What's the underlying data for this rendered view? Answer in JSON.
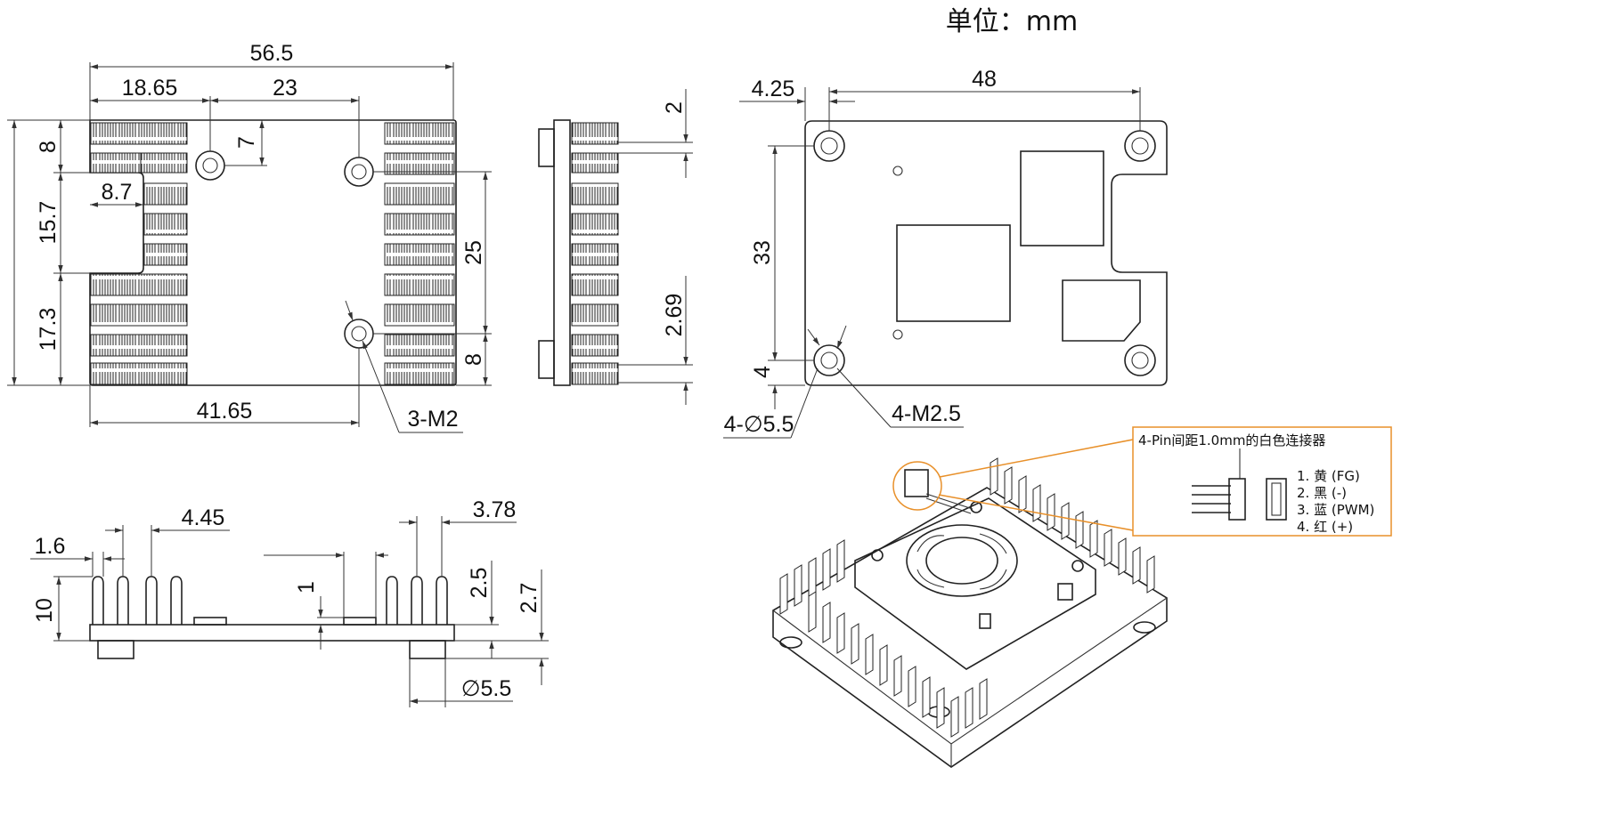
{
  "unit_label": "单位：mm",
  "top_view": {
    "dims": {
      "overall_width": "56.5",
      "hole_offset_x": "18.65",
      "hole_spacing_x": "23",
      "hole_offset_y": "7",
      "notch_depth": "8.7",
      "left_top": "8",
      "notch_height": "15.7",
      "left_bottom": "17.3",
      "right_hole_spacing": "25",
      "bottom_hole_x": "41.65"
    },
    "hole_callout": "3-M2"
  },
  "side_view": {
    "dims": {
      "top_gap": "2",
      "lower_fin_gap": "2.69",
      "bottom_height": "8"
    }
  },
  "board_view": {
    "dims": {
      "hole_edge_offset": "4.25",
      "hole_spacing_x": "48",
      "hole_spacing_y": "33",
      "hole_edge_offset_y": "4"
    },
    "callout_pad": "4-∅5.5",
    "callout_thread": "4-M2.5"
  },
  "front_view": {
    "dims": {
      "base_thickness": "1.6",
      "fin_pitch": "4.45",
      "fin_pitch_right": "3.78",
      "gap": "1",
      "height": "10",
      "fin_height": "2.5",
      "standoff": "2.7",
      "standoff_diameter": "∅5.5"
    }
  },
  "connector": {
    "title": "4-Pin间距1.0mm的白色连接器",
    "pins": [
      "1. 黄 (FG)",
      "2. 黑 (-)",
      "3. 蓝 (PWM)",
      "4. 红 (+)"
    ],
    "wire_colors": [
      "#222222",
      "#222222",
      "#222222",
      "#222222"
    ],
    "callout_color": "#e8902a"
  }
}
